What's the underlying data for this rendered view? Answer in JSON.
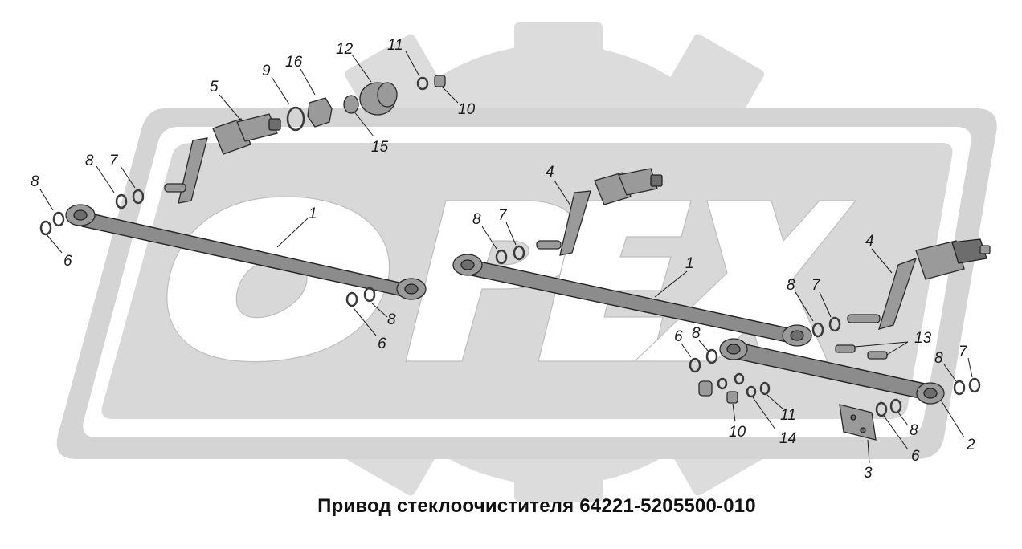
{
  "diagram": {
    "title": "Привод стеклоочистителя 64221-5205500-010",
    "watermark_text": "OPEX",
    "callouts": [
      {
        "id": "c-8-a",
        "label": "8"
      },
      {
        "id": "c-6-a",
        "label": "6"
      },
      {
        "id": "c-8-b",
        "label": "8"
      },
      {
        "id": "c-7-a",
        "label": "7"
      },
      {
        "id": "c-5",
        "label": "5"
      },
      {
        "id": "c-9",
        "label": "9"
      },
      {
        "id": "c-16",
        "label": "16"
      },
      {
        "id": "c-12",
        "label": "12"
      },
      {
        "id": "c-15",
        "label": "15"
      },
      {
        "id": "c-11-a",
        "label": "11"
      },
      {
        "id": "c-10-a",
        "label": "10"
      },
      {
        "id": "c-1-a",
        "label": "1"
      },
      {
        "id": "c-6-b",
        "label": "6"
      },
      {
        "id": "c-8-c",
        "label": "8"
      },
      {
        "id": "c-4-a",
        "label": "4"
      },
      {
        "id": "c-8-d",
        "label": "8"
      },
      {
        "id": "c-7-b",
        "label": "7"
      },
      {
        "id": "c-1-b",
        "label": "1"
      },
      {
        "id": "c-4-b",
        "label": "4"
      },
      {
        "id": "c-8-e",
        "label": "8"
      },
      {
        "id": "c-7-c",
        "label": "7"
      },
      {
        "id": "c-6-c",
        "label": "6"
      },
      {
        "id": "c-8-f",
        "label": "8"
      },
      {
        "id": "c-13",
        "label": "13"
      },
      {
        "id": "c-8-g",
        "label": "8"
      },
      {
        "id": "c-7-d",
        "label": "7"
      },
      {
        "id": "c-11-b",
        "label": "11"
      },
      {
        "id": "c-10-b",
        "label": "10"
      },
      {
        "id": "c-14",
        "label": "14"
      },
      {
        "id": "c-8-h",
        "label": "8"
      },
      {
        "id": "c-6-d",
        "label": "6"
      },
      {
        "id": "c-2",
        "label": "2"
      },
      {
        "id": "c-3",
        "label": "3"
      }
    ]
  },
  "colors": {
    "watermark_gray": "#dcdcdc",
    "watermark_frame": "#d2d2d2",
    "part_gray": "#9a9a9a",
    "line": "#1a1a1a"
  }
}
